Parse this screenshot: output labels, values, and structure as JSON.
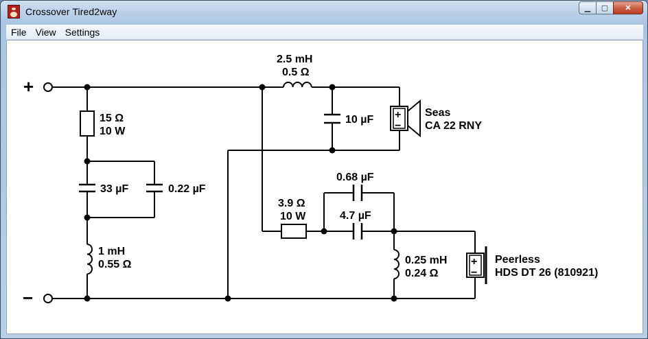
{
  "window": {
    "title": "Crossover Tired2way"
  },
  "menu": [
    "File",
    "View",
    "Settings"
  ],
  "terminals": {
    "plus": "+",
    "minus": "−"
  },
  "components": {
    "l1": [
      "2.5 mH",
      "0.5 Ω"
    ],
    "c1": "10 µF",
    "r1": [
      "15 Ω",
      "10 W"
    ],
    "c2": "33 µF",
    "c3": "0.22 µF",
    "l2": [
      "1 mH",
      "0.55 Ω"
    ],
    "c4": "0.68 µF",
    "r2": [
      "3.9 Ω",
      "10 W"
    ],
    "c5": "4.7 µF",
    "l3": [
      "0.25 mH",
      "0.24 Ω"
    ]
  },
  "drivers": {
    "woofer": [
      "Seas",
      "CA 22 RNY"
    ],
    "tweeter": [
      "Peerless",
      "HDS DT 26 (810921)"
    ],
    "polarity_plus": "+",
    "polarity_minus": "−"
  }
}
